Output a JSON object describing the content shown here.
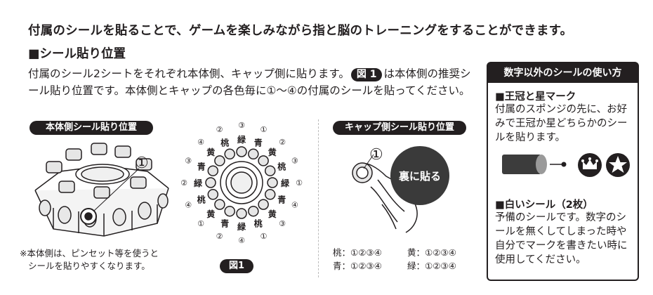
{
  "headline": "付属のシールを貼ることで、ゲームを楽しみながら指と脳のトレーニングをすることができます。",
  "section_title": "■シール貼り位置",
  "intro": {
    "part1": "付属のシール2シートをそれぞれ本体側、キャップ側に貼ります。",
    "fig_ref": "図 1",
    "part2": "は本体側の推奨シール貼り位置です。本体側とキャップの各色毎に①～④の付属のシールを貼ってください。"
  },
  "body_panel": {
    "label": "本体側シール貼り位置",
    "marker": "①",
    "note_line1": "※本体側は、ピンセット等を使うと",
    "note_line2": "シールを貼りやすくなります。"
  },
  "figure1": {
    "caption": "図1",
    "labels": [
      {
        "num": "③",
        "color": "緑"
      },
      {
        "num": "①",
        "color": "青"
      },
      {
        "num": "②",
        "color": "黄"
      },
      {
        "num": "③",
        "color": "桃"
      },
      {
        "num": "①",
        "color": "緑"
      },
      {
        "num": "④",
        "color": "青"
      },
      {
        "num": "③",
        "color": "黄"
      },
      {
        "num": "①",
        "color": "桃"
      },
      {
        "num": "④",
        "color": "緑"
      },
      {
        "num": "②",
        "color": "青"
      },
      {
        "num": "①",
        "color": "黄"
      },
      {
        "num": "④",
        "color": "桃"
      },
      {
        "num": "②",
        "color": "緑"
      },
      {
        "num": "③",
        "color": "青"
      },
      {
        "num": "④",
        "color": "黄"
      },
      {
        "num": "②",
        "color": "桃"
      }
    ]
  },
  "cap_panel": {
    "label": "キャップ側シール貼り位置",
    "marker": "①",
    "back_label": "裏に貼る",
    "legend": {
      "pink": "桃：①②③④",
      "yellow": "黄：①②③④",
      "blue": "青：①②③④",
      "green": "緑：①②③④"
    }
  },
  "sidebar": {
    "header": "数字以外のシールの使い方",
    "crown_heading": "■王冠と星マーク",
    "crown_text": "付属のスポンジの先に、お好みで王冠か星どちらかのシールを貼ります。",
    "white_heading": "■白いシール（2枚）",
    "white_text": "予備のシールです。数字のシールを無くしてしまった時や自分でマークを書きたい時に使用してください。"
  }
}
